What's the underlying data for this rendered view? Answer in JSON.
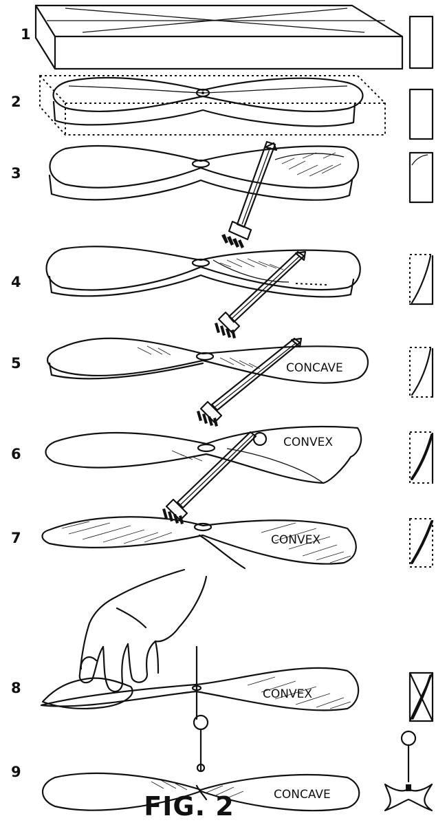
{
  "figure": {
    "caption": "FIG. 2",
    "steps": [
      {
        "number": "1",
        "label": ""
      },
      {
        "number": "2",
        "label": ""
      },
      {
        "number": "3",
        "label": ""
      },
      {
        "number": "4",
        "label": ""
      },
      {
        "number": "5",
        "label": "CONCAVE"
      },
      {
        "number": "6",
        "label": "CONVEX"
      },
      {
        "number": "7",
        "label": "CONVEX"
      },
      {
        "number": "8",
        "label": "CONVEX"
      },
      {
        "number": "9",
        "label": "CONCAVE"
      }
    ]
  }
}
